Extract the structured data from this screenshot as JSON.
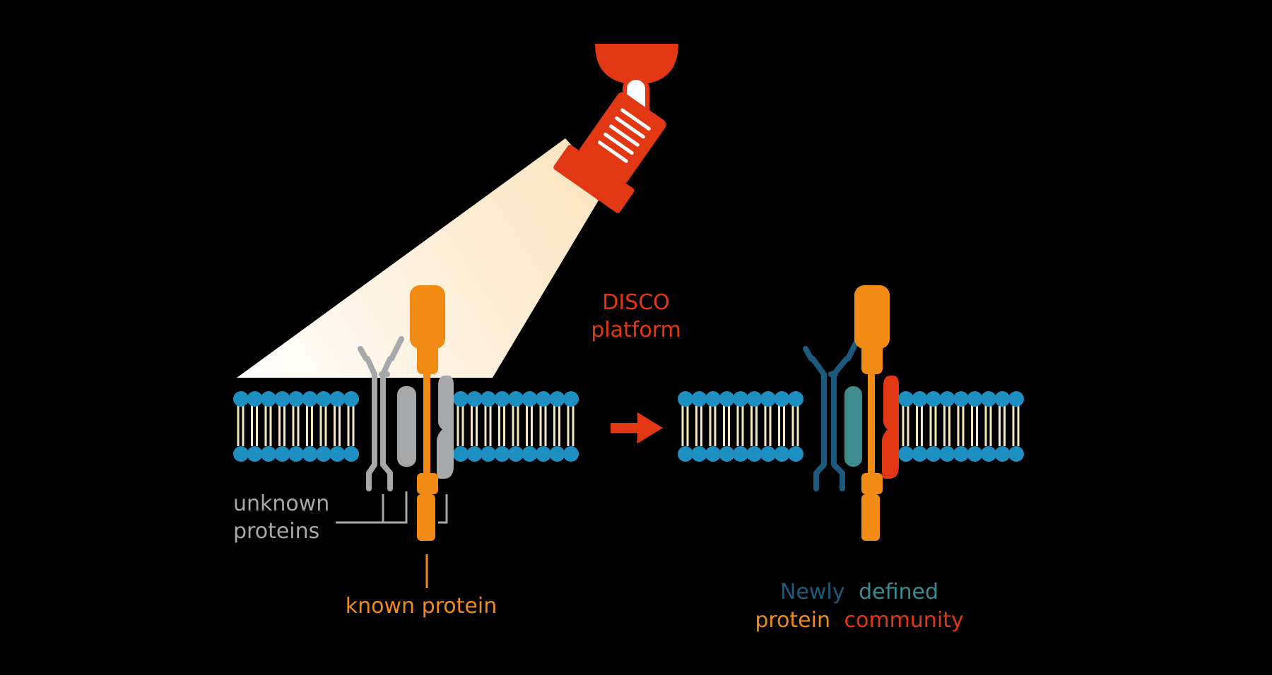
{
  "labels": {
    "disco_line1": "DISCO",
    "disco_line2": "platform",
    "unknown_line1": "unknown",
    "unknown_line2": "proteins",
    "known_protein": "known protein",
    "result_newly": "Newly",
    "result_defined": "defined",
    "result_protein": "protein",
    "result_community": "community"
  },
  "colors": {
    "background": "#000000",
    "lamp_red": "#e23713",
    "light_beam": "#fdf1de",
    "lipid_head": "#1e8fc1",
    "lipid_tail": "#f3e6c2",
    "known_protein": "#f28b14",
    "unknown_protein": "#a7a8aa",
    "navy_protein": "#1c5a7d",
    "teal_protein": "#3e8b8e",
    "red_protein": "#e23713"
  },
  "icons": [
    "spotlight-lamp-icon",
    "right-arrow-icon"
  ]
}
